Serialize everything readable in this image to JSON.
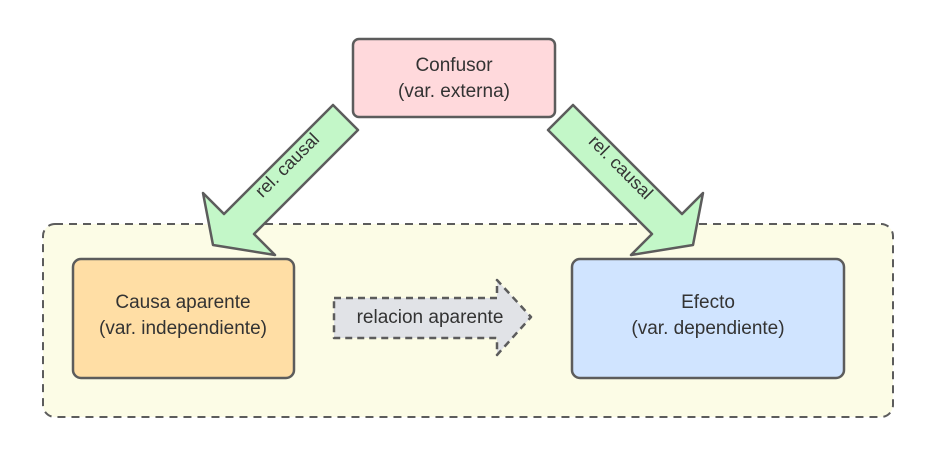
{
  "diagram": {
    "confounder": {
      "line1": "Confusor",
      "line2": "(var. externa)",
      "fill": "#ffd9dc"
    },
    "cause": {
      "line1": "Causa aparente",
      "line2": "(var. independiente)",
      "fill": "#ffdea5"
    },
    "effect": {
      "line1": "Efecto",
      "line2": "(var. dependiente)",
      "fill": "#d0e4ff"
    },
    "left_arrow": {
      "label": "rel. causal",
      "fill": "#c3f7c8"
    },
    "right_arrow": {
      "label": "rel. causal",
      "fill": "#c3f7c8"
    },
    "apparent_arrow": {
      "label": "relacion aparente",
      "fill": "#e1e3e7"
    },
    "group_fill": "#fcfce6",
    "stroke": "#5c5c5c"
  }
}
